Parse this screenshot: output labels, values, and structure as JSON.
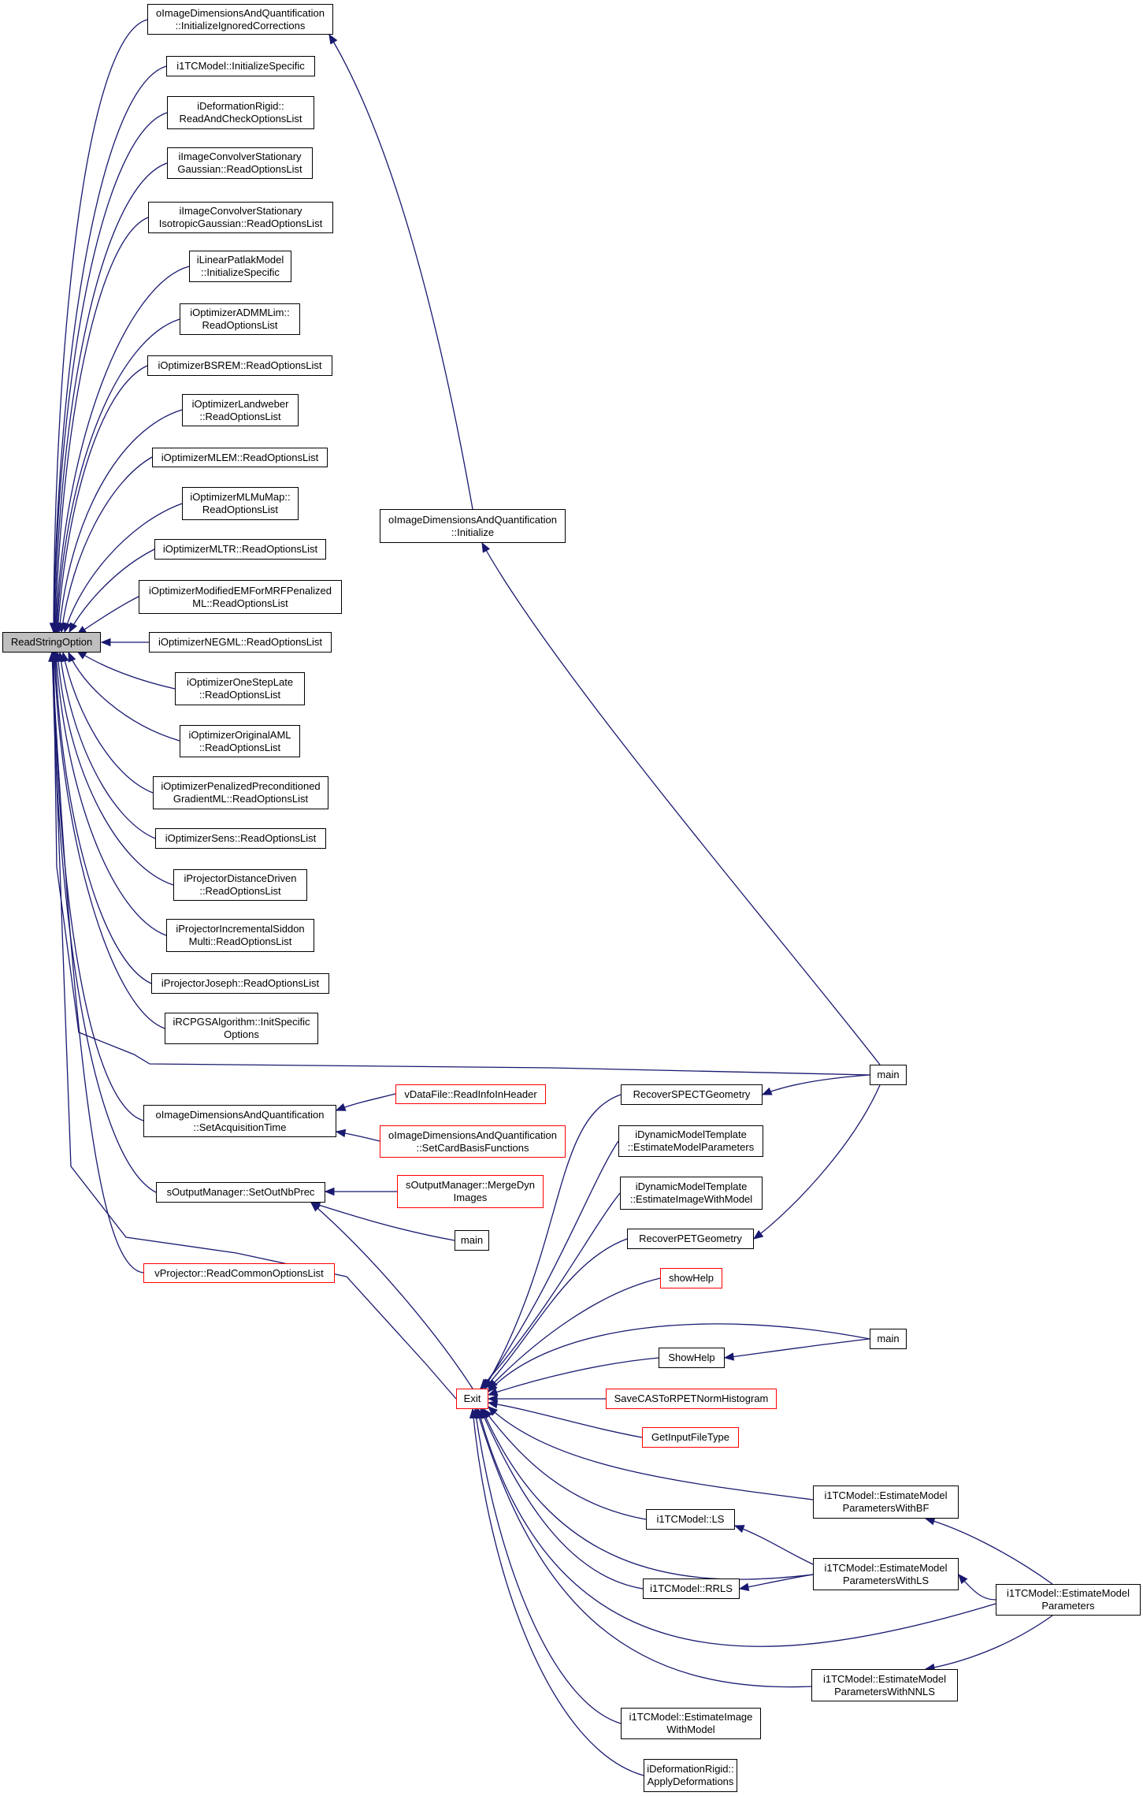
{
  "colors": {
    "edge": "#191970",
    "border": "#000000",
    "red_border": "#ff0000",
    "root_fill": "#bfbfbf"
  },
  "nodes": [
    {
      "id": "root",
      "label": "ReadStringOption",
      "root": true
    },
    {
      "id": "n_iigc",
      "label": "oImageDimensionsAndQuantification\n::InitializeIgnoredCorrections"
    },
    {
      "id": "n_i1tc_init",
      "label": "i1TCModel::InitializeSpecific"
    },
    {
      "id": "n_idef_read",
      "label": "iDeformationRigid::\nReadAndCheckOptionsList"
    },
    {
      "id": "n_iconv_gauss",
      "label": "iImageConvolverStationary\nGaussian::ReadOptionsList"
    },
    {
      "id": "n_iconv_iso",
      "label": "iImageConvolverStationary\nIsotropicGaussian::ReadOptionsList"
    },
    {
      "id": "n_ipatlak",
      "label": "iLinearPatlakModel\n::InitializeSpecific"
    },
    {
      "id": "n_admm",
      "label": "iOptimizerADMMLim::\nReadOptionsList"
    },
    {
      "id": "n_bsrem",
      "label": "iOptimizerBSREM::ReadOptionsList"
    },
    {
      "id": "n_landweber",
      "label": "iOptimizerLandweber\n::ReadOptionsList"
    },
    {
      "id": "n_mlem",
      "label": "iOptimizerMLEM::ReadOptionsList"
    },
    {
      "id": "n_mlmumap",
      "label": "iOptimizerMLMuMap::\nReadOptionsList"
    },
    {
      "id": "n_mltr",
      "label": "iOptimizerMLTR::ReadOptionsList"
    },
    {
      "id": "n_modem",
      "label": "iOptimizerModifiedEMForMRFPenalized\nML::ReadOptionsList"
    },
    {
      "id": "n_negml",
      "label": "iOptimizerNEGML::ReadOptionsList"
    },
    {
      "id": "n_osl",
      "label": "iOptimizerOneStepLate\n::ReadOptionsList"
    },
    {
      "id": "n_oaml",
      "label": "iOptimizerOriginalAML\n::ReadOptionsList"
    },
    {
      "id": "n_ppgml",
      "label": "iOptimizerPenalizedPreconditioned\nGradientML::ReadOptionsList"
    },
    {
      "id": "n_sens",
      "label": "iOptimizerSens::ReadOptionsList"
    },
    {
      "id": "n_projdd",
      "label": "iProjectorDistanceDriven\n::ReadOptionsList"
    },
    {
      "id": "n_projis",
      "label": "iProjectorIncrementalSiddon\nMulti::ReadOptionsList"
    },
    {
      "id": "n_projjos",
      "label": "iProjectorJoseph::ReadOptionsList"
    },
    {
      "id": "n_rcpgs",
      "label": "iRCPGSAlgorithm::InitSpecific\nOptions"
    },
    {
      "id": "n_setacq",
      "label": "oImageDimensionsAndQuantification\n::SetAcquisitionTime"
    },
    {
      "id": "n_setout",
      "label": "sOutputManager::SetOutNbPrec"
    },
    {
      "id": "n_vproj",
      "label": "vProjector::ReadCommonOptionsList",
      "red": true
    },
    {
      "id": "n_init",
      "label": "oImageDimensionsAndQuantification\n::Initialize"
    },
    {
      "id": "n_vdata",
      "label": "vDataFile::ReadInfoInHeader",
      "red": true
    },
    {
      "id": "n_setcard",
      "label": "oImageDimensionsAndQuantification\n::SetCardBasisFunctions",
      "red": true
    },
    {
      "id": "n_mergedyn",
      "label": "sOutputManager::MergeDyn\nImages",
      "red": true
    },
    {
      "id": "n_main_a",
      "label": "main"
    },
    {
      "id": "n_exit",
      "label": "Exit",
      "red": true
    },
    {
      "id": "n_main_top",
      "label": "main"
    },
    {
      "id": "n_recspect",
      "label": "RecoverSPECTGeometry"
    },
    {
      "id": "n_dmt_emp",
      "label": "iDynamicModelTemplate\n::EstimateModelParameters"
    },
    {
      "id": "n_dmt_eiwm",
      "label": "iDynamicModelTemplate\n::EstimateImageWithModel"
    },
    {
      "id": "n_recpet",
      "label": "RecoverPETGeometry"
    },
    {
      "id": "n_showhelp",
      "label": "showHelp",
      "red": true
    },
    {
      "id": "n_ShowHelp",
      "label": "ShowHelp"
    },
    {
      "id": "n_main_b",
      "label": "main"
    },
    {
      "id": "n_savecas",
      "label": "SaveCASToRPETNormHistogram",
      "red": true
    },
    {
      "id": "n_getinput",
      "label": "GetInputFileType",
      "red": true
    },
    {
      "id": "n_ls",
      "label": "i1TCModel::LS"
    },
    {
      "id": "n_rrls",
      "label": "i1TCModel::RRLS"
    },
    {
      "id": "n_bf",
      "label": "i1TCModel::EstimateModel\nParametersWithBF"
    },
    {
      "id": "n_wls",
      "label": "i1TCModel::EstimateModel\nParametersWithLS"
    },
    {
      "id": "n_nnls",
      "label": "i1TCModel::EstimateModel\nParametersWithNNLS"
    },
    {
      "id": "n_emp",
      "label": "i1TCModel::EstimateModel\nParameters"
    },
    {
      "id": "n_eiwm",
      "label": "i1TCModel::EstimateImage\nWithModel"
    },
    {
      "id": "n_applydef",
      "label": "iDeformationRigid::\nApplyDeformations"
    }
  ],
  "edges": [
    [
      "n_iigc",
      "root"
    ],
    [
      "n_i1tc_init",
      "root"
    ],
    [
      "n_idef_read",
      "root"
    ],
    [
      "n_iconv_gauss",
      "root"
    ],
    [
      "n_iconv_iso",
      "root"
    ],
    [
      "n_ipatlak",
      "root"
    ],
    [
      "n_admm",
      "root"
    ],
    [
      "n_bsrem",
      "root"
    ],
    [
      "n_landweber",
      "root"
    ],
    [
      "n_mlem",
      "root"
    ],
    [
      "n_mlmumap",
      "root"
    ],
    [
      "n_mltr",
      "root"
    ],
    [
      "n_modem",
      "root"
    ],
    [
      "n_negml",
      "root"
    ],
    [
      "n_osl",
      "root"
    ],
    [
      "n_oaml",
      "root"
    ],
    [
      "n_ppgml",
      "root"
    ],
    [
      "n_sens",
      "root"
    ],
    [
      "n_projdd",
      "root"
    ],
    [
      "n_projis",
      "root"
    ],
    [
      "n_projjos",
      "root"
    ],
    [
      "n_rcpgs",
      "root"
    ],
    [
      "n_main_top",
      "root"
    ],
    [
      "n_setacq",
      "root"
    ],
    [
      "n_setout",
      "root"
    ],
    [
      "n_vproj",
      "root"
    ],
    [
      "n_exit",
      "root"
    ],
    [
      "n_init",
      "n_iigc"
    ],
    [
      "n_main_top",
      "n_init"
    ],
    [
      "n_vdata",
      "n_setacq"
    ],
    [
      "n_setcard",
      "n_setacq"
    ],
    [
      "n_mergedyn",
      "n_setout"
    ],
    [
      "n_main_a",
      "n_setout"
    ],
    [
      "n_exit",
      "n_setout"
    ],
    [
      "n_recspect",
      "n_exit"
    ],
    [
      "n_dmt_emp",
      "n_exit"
    ],
    [
      "n_dmt_eiwm",
      "n_exit"
    ],
    [
      "n_recpet",
      "n_exit"
    ],
    [
      "n_showhelp",
      "n_exit"
    ],
    [
      "n_main_b",
      "n_exit"
    ],
    [
      "n_ShowHelp",
      "n_exit"
    ],
    [
      "n_savecas",
      "n_exit"
    ],
    [
      "n_getinput",
      "n_exit"
    ],
    [
      "n_bf",
      "n_exit"
    ],
    [
      "n_ls",
      "n_exit"
    ],
    [
      "n_wls",
      "n_exit"
    ],
    [
      "n_rrls",
      "n_exit"
    ],
    [
      "n_emp",
      "n_exit"
    ],
    [
      "n_nnls",
      "n_exit"
    ],
    [
      "n_eiwm",
      "n_exit"
    ],
    [
      "n_applydef",
      "n_exit"
    ],
    [
      "n_main_top",
      "n_recspect"
    ],
    [
      "n_main_top",
      "n_recpet"
    ],
    [
      "n_main_b",
      "n_ShowHelp"
    ],
    [
      "n_wls",
      "n_ls"
    ],
    [
      "n_wls",
      "n_rrls"
    ],
    [
      "n_emp",
      "n_bf"
    ],
    [
      "n_emp",
      "n_wls"
    ],
    [
      "n_emp",
      "n_nnls"
    ]
  ]
}
